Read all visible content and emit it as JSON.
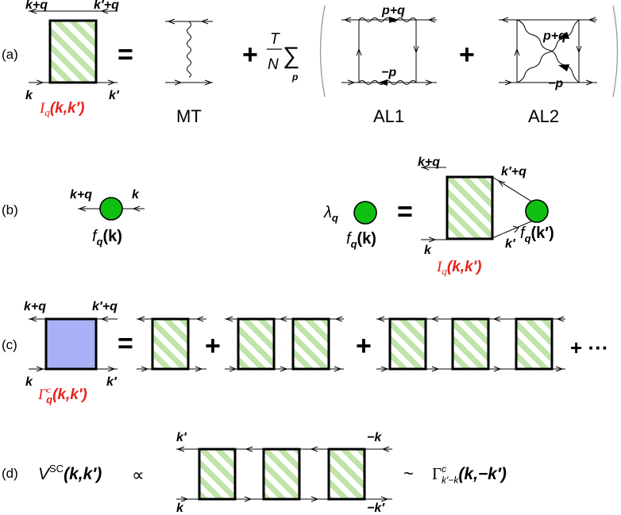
{
  "sections": {
    "a": "(a)",
    "b": "(b)",
    "c": "(c)",
    "d": "(d)"
  },
  "labels": {
    "k_plus_q": "k+q",
    "kp_plus_q": "k′+q",
    "k": "k",
    "kp": "k′",
    "p_plus_q": "p+q",
    "minus_p": "−p",
    "minus_k": "−k",
    "minus_kp": "−k′"
  },
  "operators": {
    "equals": "=",
    "plus": "+",
    "ellipsis": "+ ···",
    "proportional": "∝",
    "sim": "~"
  },
  "captions": {
    "mt": "MT",
    "al1": "AL1",
    "al2": "AL2"
  },
  "sum": {
    "T": "T",
    "N": "N",
    "sigma": "∑",
    "index": "p"
  },
  "vertex": {
    "I_sym": "I",
    "I_sub": "q",
    "args": "(k,k′)",
    "f_sym": "f",
    "f_sub": "q",
    "f_arg_k": "(k)",
    "f_arg_kp": "(k′)"
  },
  "eigen": {
    "lambda": "λ",
    "sub": "q"
  },
  "gamma": {
    "sym": "Γ",
    "sup": "c",
    "sub": "q",
    "args": "(k,k′)"
  },
  "vsc": {
    "V": "V",
    "sup": "SC",
    "args": "(k,k′)",
    "gamma_sub": "k′−k",
    "gamma_args": "(k,−k′)"
  },
  "colors": {
    "hatch": "#bfe3a8",
    "gamma_fill": "#aab0f6",
    "circle": "#0fbf11",
    "red": "#e8201c"
  }
}
